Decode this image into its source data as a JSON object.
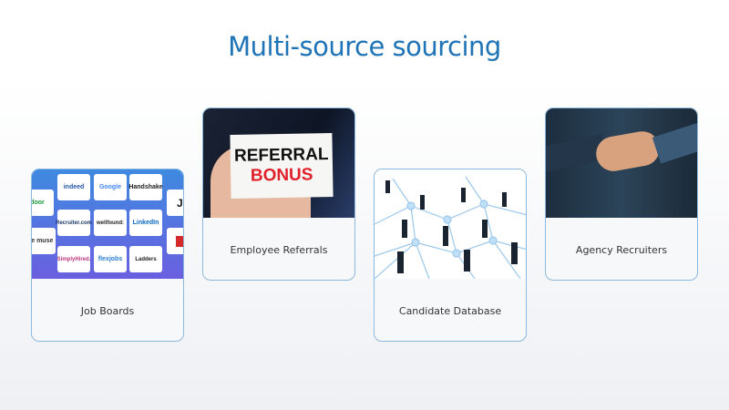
{
  "title": "Multi-source sourcing",
  "cards": [
    {
      "label": "Job Boards",
      "logos": [
        "indeed",
        "Google",
        "Handshake",
        "Recruiter.com",
        "wellfound:",
        "LinkedIn",
        "SimplyHired.",
        "flexjobs",
        "Ladders",
        "door",
        "the muse",
        "Jo"
      ]
    },
    {
      "label": "Employee Referrals",
      "image_text": [
        "REFERRAL",
        "BONUS"
      ]
    },
    {
      "label": "Candidate Database"
    },
    {
      "label": "Agency Recruiters"
    }
  ],
  "colors": {
    "title": "#1f73b7",
    "card_border": "#8bb8dc",
    "bonus": "#e0202a"
  }
}
